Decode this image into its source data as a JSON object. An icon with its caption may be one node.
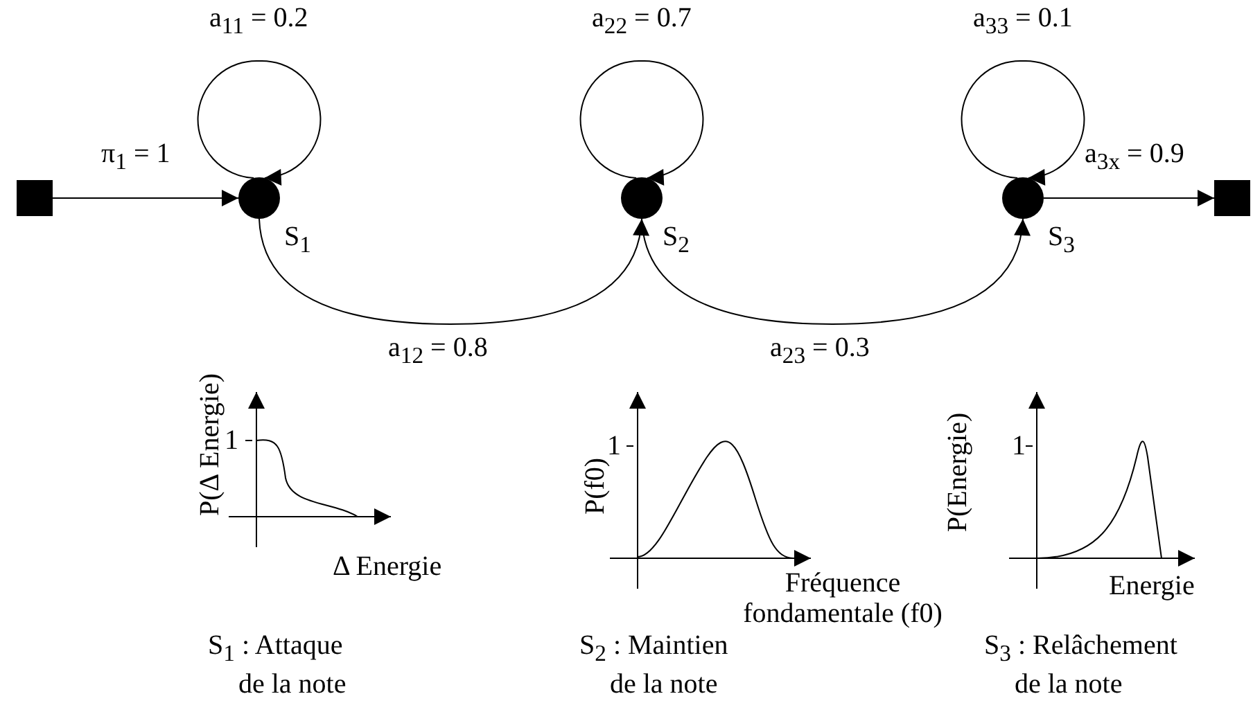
{
  "diagram": {
    "nodes": [
      {
        "text": [],
        "shape": "box"
      },
      {
        "text": [],
        "shape": "circle",
        "beside": [
          "S$_{1}$"
        ]
      },
      {
        "text": [],
        "shape": "circle",
        "beside": [
          "S$_{2}$"
        ]
      },
      {
        "text": [],
        "shape": "circle",
        "beside": [
          "S$_{3}$"
        ]
      },
      {
        "text": [],
        "shape": "box"
      }
    ],
    "edges": [
      {
        "from": 0,
        "to": 1,
        "arrow": "to",
        "label": "π$_{1}$ = 1"
      },
      {
        "from": 1,
        "to": 1,
        "arrow": "to",
        "label": "a$_{11}$ = 0.2"
      },
      {
        "from": 1,
        "to": 2,
        "arrow": "to",
        "label": "a$_{12}$ = 0.8"
      },
      {
        "from": 2,
        "to": 2,
        "arrow": "to",
        "label": "a$_{22}$ = 0.7"
      },
      {
        "from": 2,
        "to": 3,
        "arrow": "to",
        "label": "a$_{23}$ = 0.3"
      },
      {
        "from": 3,
        "to": 3,
        "arrow": "to",
        "label": "a$_{33}$ = 0.1"
      },
      {
        "from": 3,
        "to": 4,
        "arrow": "to",
        "label": "a$_{3x}$ = 0.9"
      }
    ],
    "labels": [
      "P(Δ Energie)",
      "1",
      "Δ Energie",
      "S$_{1}$ : Attaque de la note",
      "P(f0)",
      "1",
      "Fréquence fondamentale (f0)",
      "S$_{2}$ : Maintien de la note",
      "P(Energie)",
      "1",
      "Energie",
      "S$_{3}$ : Relâchement de la note"
    ]
  }
}
